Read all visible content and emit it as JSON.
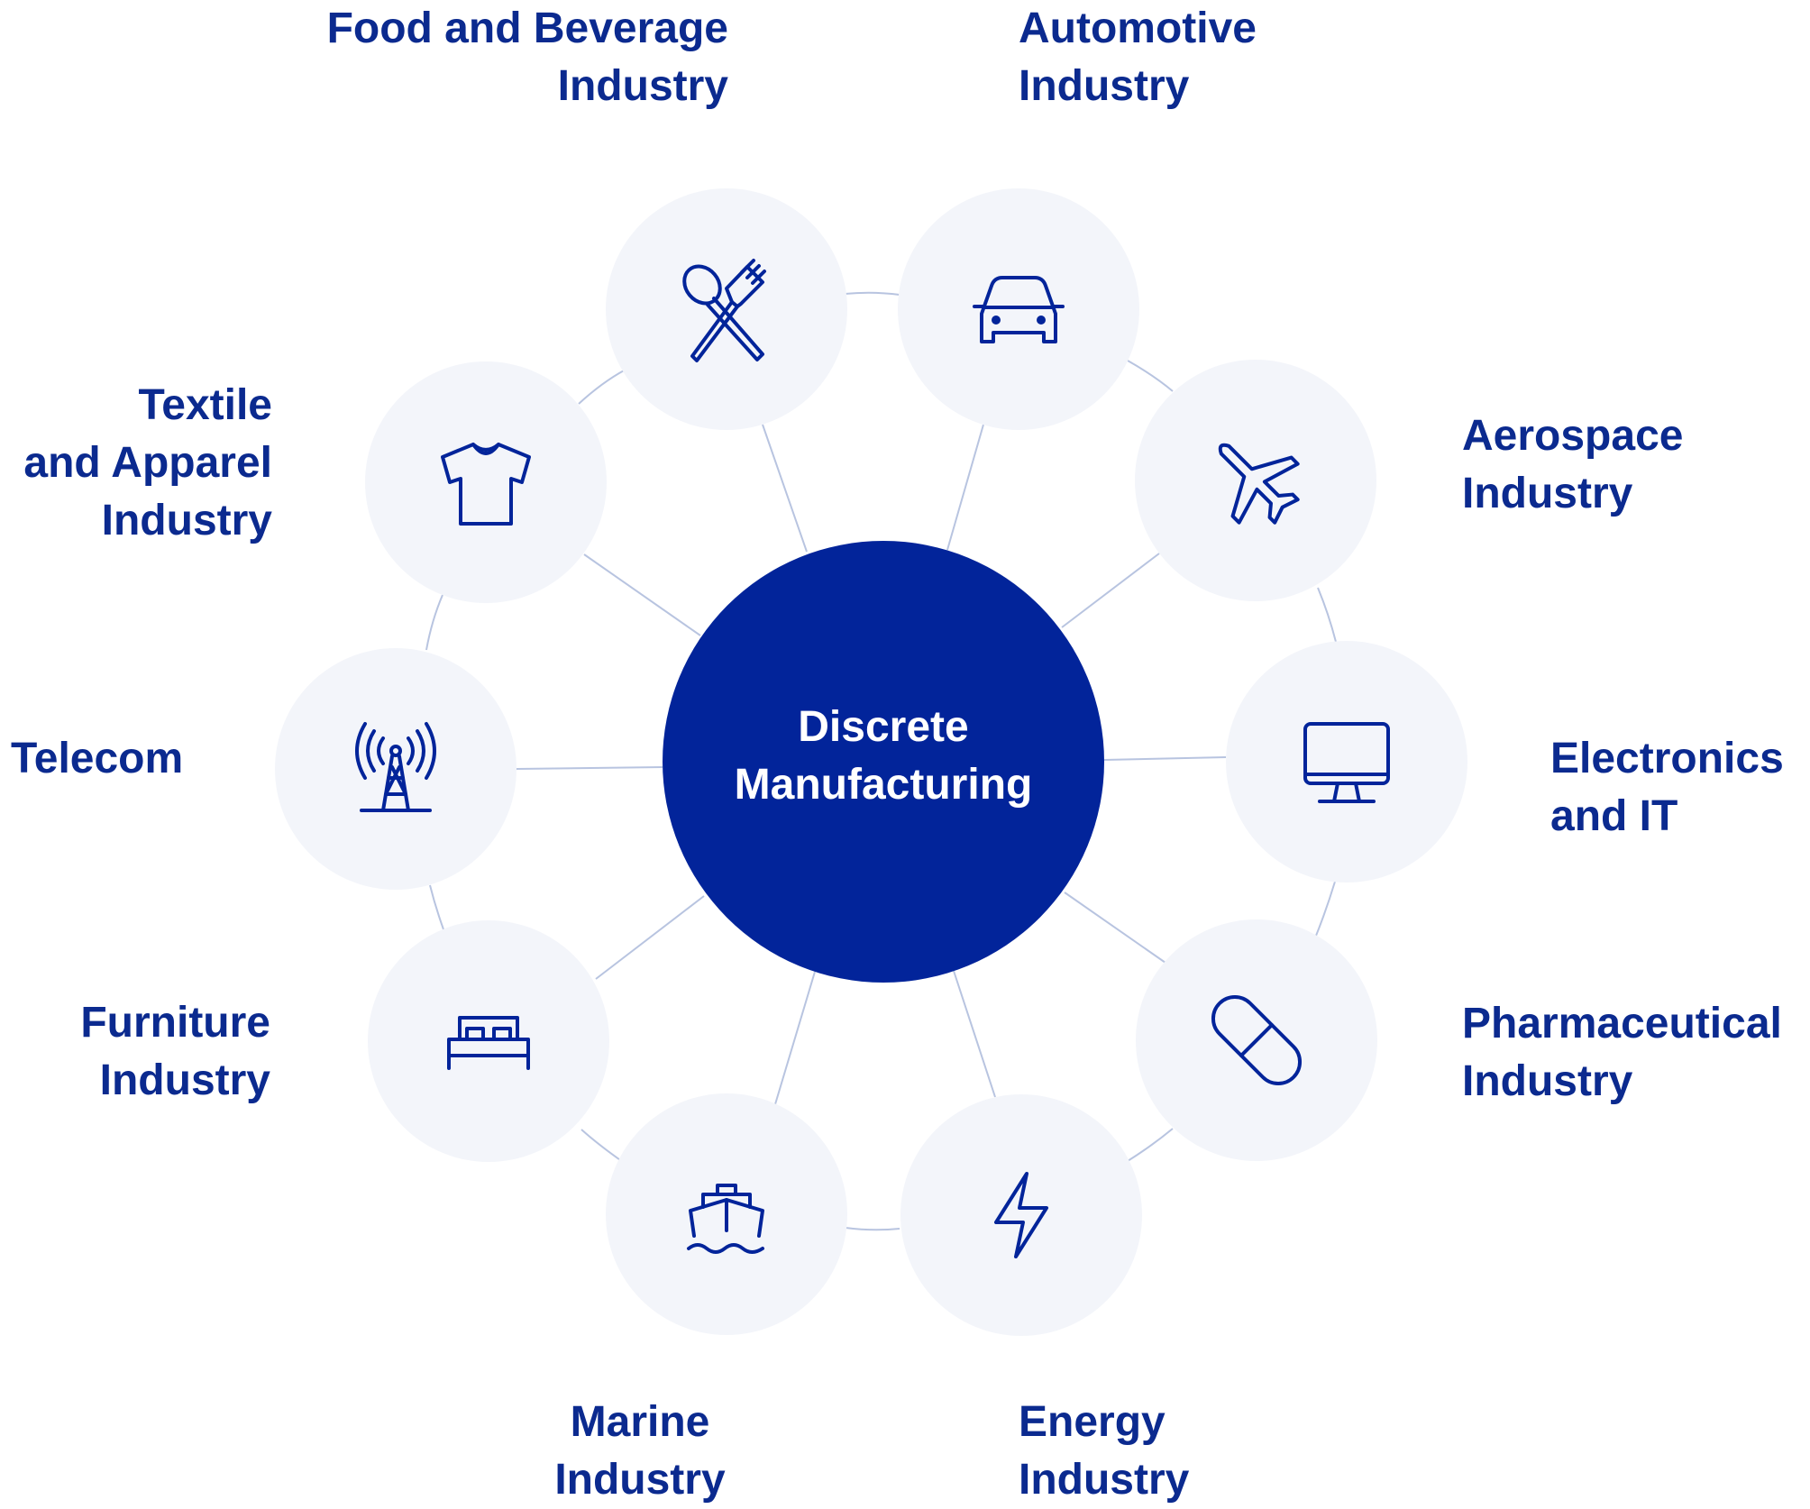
{
  "center": {
    "line1": "Discrete",
    "line2": "Manufacturing"
  },
  "colors": {
    "navy": "#02249a",
    "node_fill": "#f3f5fa",
    "connector": "#b8c4e0",
    "label": "#0b2a8f",
    "center_text": "#ffffff"
  },
  "nodes": [
    {
      "id": "food",
      "icon": "utensils-icon",
      "label": [
        "Food and Beverage",
        "Industry"
      ]
    },
    {
      "id": "automotive",
      "icon": "car-icon",
      "label": [
        "Automotive",
        "Industry"
      ]
    },
    {
      "id": "aerospace",
      "icon": "airplane-icon",
      "label": [
        "Aerospace",
        "Industry"
      ]
    },
    {
      "id": "electronics",
      "icon": "monitor-icon",
      "label": [
        "Electronics",
        "and IT"
      ]
    },
    {
      "id": "pharma",
      "icon": "pill-icon",
      "label": [
        "Pharmaceutical",
        "Industry"
      ]
    },
    {
      "id": "energy",
      "icon": "lightning-icon",
      "label": [
        "Energy",
        "Industry"
      ]
    },
    {
      "id": "marine",
      "icon": "ship-icon",
      "label": [
        "Marine",
        "Industry"
      ]
    },
    {
      "id": "furniture",
      "icon": "bed-icon",
      "label": [
        "Furniture",
        "Industry"
      ]
    },
    {
      "id": "telecom",
      "icon": "antenna-tower-icon",
      "label": [
        "Telecom"
      ]
    },
    {
      "id": "textile",
      "icon": "tshirt-icon",
      "label": [
        "Textile",
        "and Apparel",
        "Industry"
      ]
    }
  ]
}
